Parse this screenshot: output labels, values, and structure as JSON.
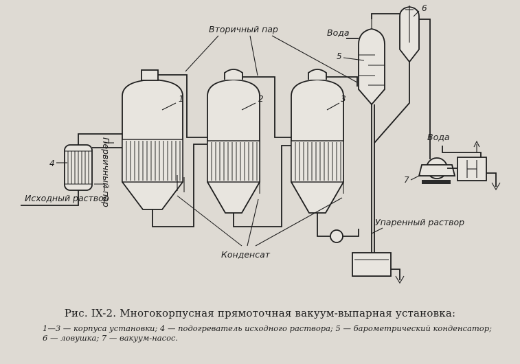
{
  "diagram": {
    "labels": {
      "secondary_steam": "Вторичный пар",
      "water_top": "Вода",
      "water_right": "Вода",
      "primary_steam": "Первичный пар",
      "feed_solution": "Исходный раствор",
      "evaporated_solution": "Упаренный раствор",
      "condensate": "Конденсат"
    },
    "numbers": {
      "body1": "1",
      "body2": "2",
      "body3": "3",
      "heater": "4",
      "condenser": "5",
      "trap": "6",
      "pump": "7"
    }
  },
  "caption": {
    "title": "Рис. IX-2. Многокорпусная прямоточная вакуум-выпарная установка:",
    "legend": "1—3 — корпуса установки; 4 — подогреватель исходного раствора; 5 — барометрический конденсатор; 6 — ловушка; 7 — вакуум-насос."
  }
}
